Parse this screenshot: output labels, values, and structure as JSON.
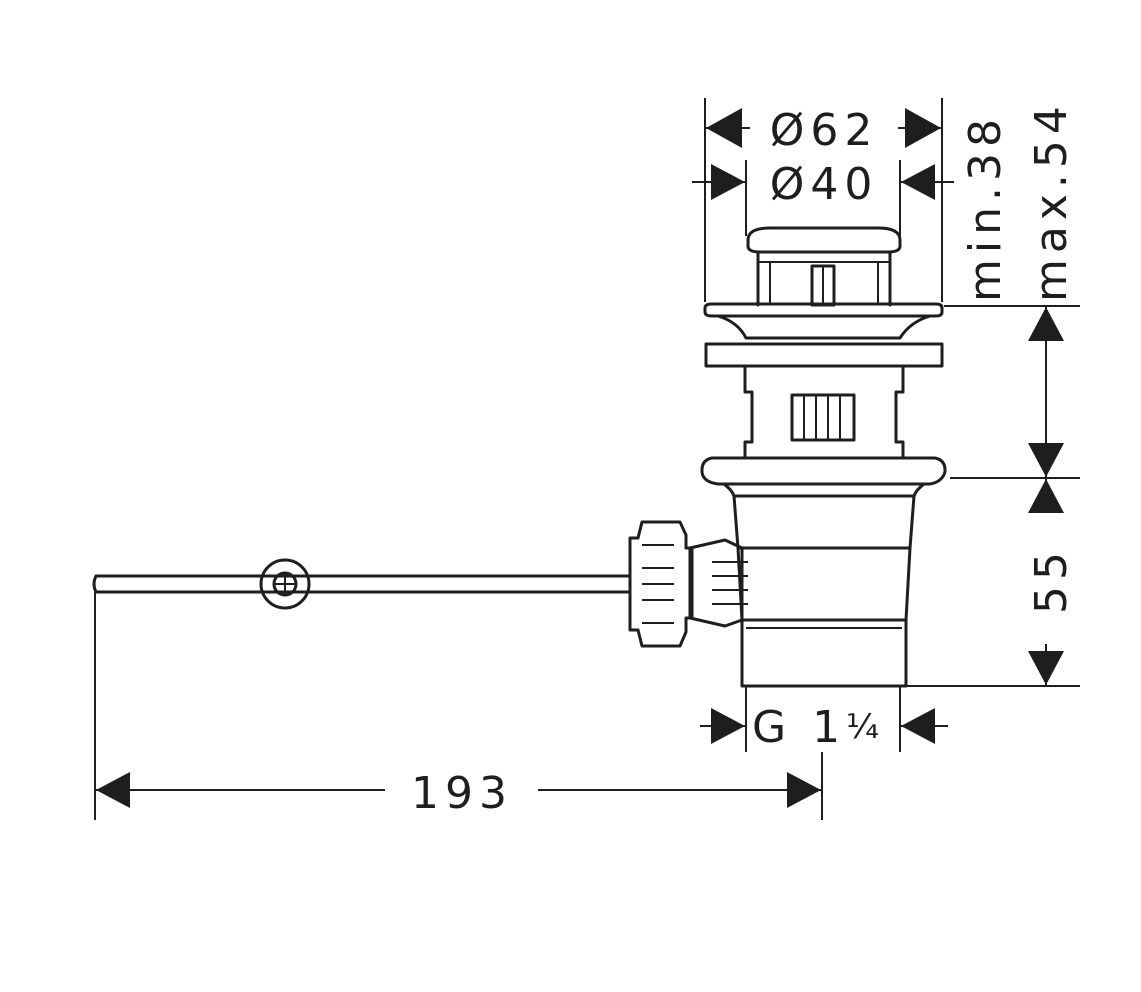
{
  "dimensions": {
    "outer_diameter": "Ø62",
    "inner_diameter": "Ø40",
    "min_height": "min.38",
    "max_height": "max.54",
    "body_height": "55",
    "thread": "G 1",
    "thread_fraction": "¼",
    "rod_length": "193"
  }
}
